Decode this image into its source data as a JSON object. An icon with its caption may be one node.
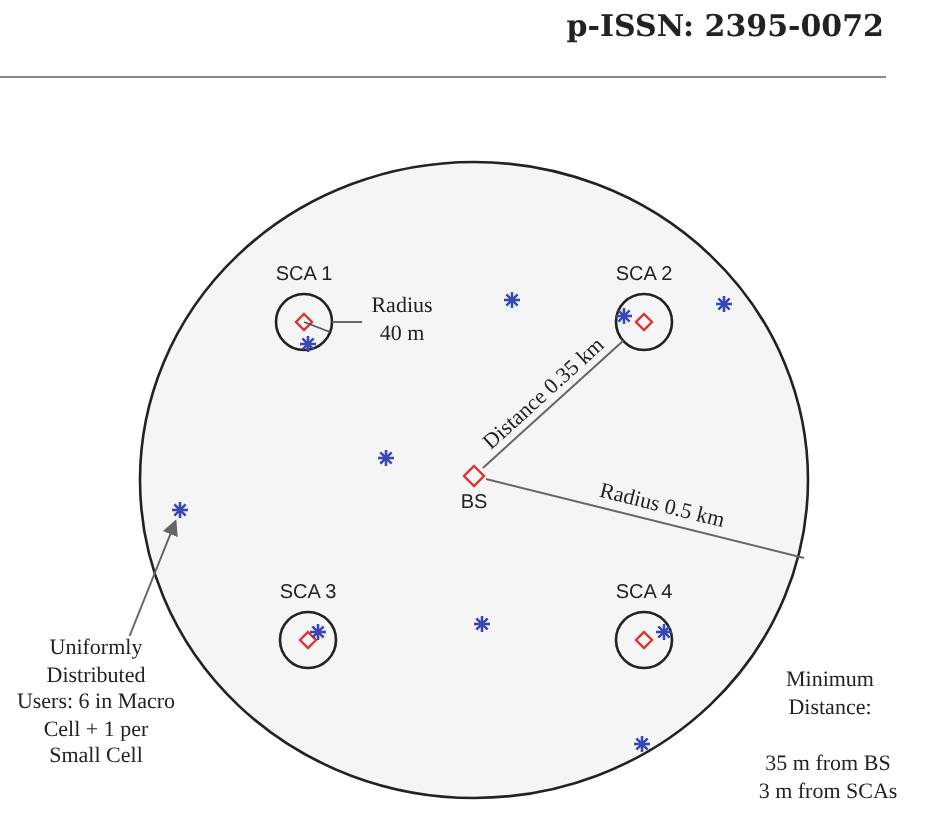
{
  "diagram": {
    "nodes": [
      {
        "text": [],
        "shape": "circle"
      },
      {
        "text": [
          "SCA 1"
        ],
        "in": 0
      },
      {
        "text": [
          "Radius 40 m"
        ],
        "in": 0
      },
      {
        "text": [
          "SCA 2"
        ],
        "in": 0
      },
      {
        "text": [],
        "shape": "star",
        "in": 0
      },
      {
        "text": [
          "BS"
        ],
        "in": 0
      },
      {
        "text": [
          "SCA 3"
        ],
        "in": 0
      },
      {
        "text": [
          "SCA 4"
        ],
        "in": 0
      },
      {
        "text": [
          "Uniformly Distributed Users: 6 in Macro Cell + 1 per Small Cell"
        ]
      }
    ],
    "edges": [
      {
        "from": 5,
        "to": 3,
        "arrow": "none",
        "label": "Distance 0.35 km"
      },
      {
        "from": 2,
        "to": 1,
        "arrow": "none"
      },
      {
        "from": 8,
        "to": 4,
        "arrow": "to"
      }
    ],
    "labels": [
      "p-ISSN: 2395-0072",
      "Radius 0.5 km",
      "Minimum Distance:",
      "35 m from BS",
      "3 m from SCAs"
    ]
  }
}
